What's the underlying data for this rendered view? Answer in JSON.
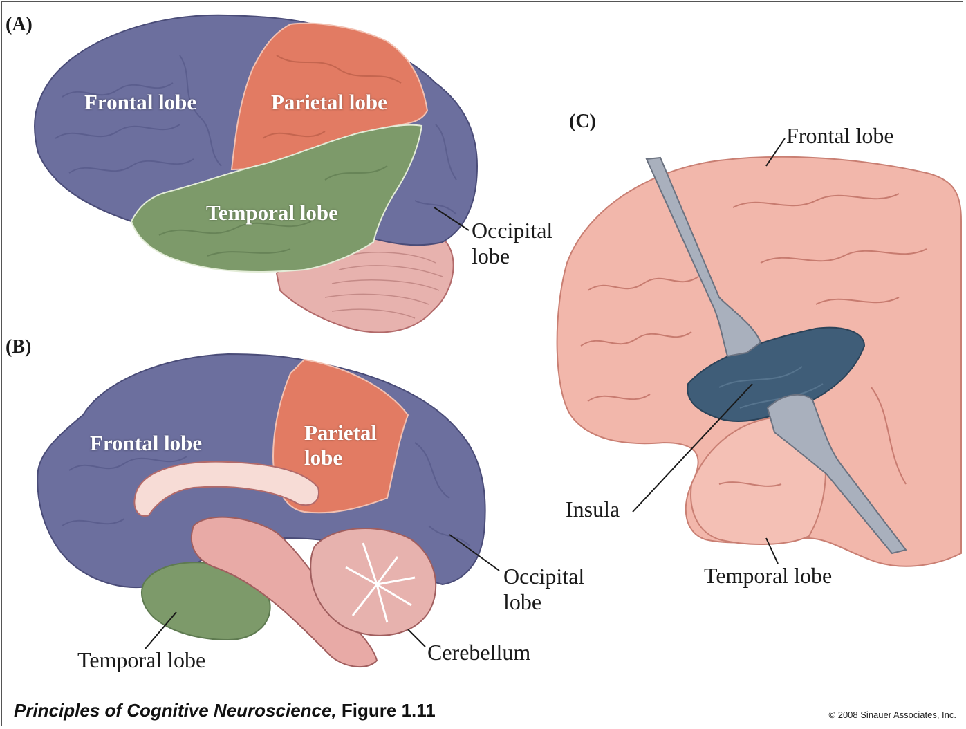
{
  "panels": {
    "a": {
      "label": "(A)",
      "frontal": "Frontal lobe",
      "parietal": "Parietal lobe",
      "temporal": "Temporal lobe",
      "occipital_line1": "Occipital",
      "occipital_line2": "lobe"
    },
    "b": {
      "label": "(B)",
      "frontal": "Frontal lobe",
      "parietal_line1": "Parietal",
      "parietal_line2": "lobe",
      "occipital_line1": "Occipital",
      "occipital_line2": "lobe",
      "temporal": "Temporal lobe",
      "cerebellum": "Cerebellum"
    },
    "c": {
      "label": "(C)",
      "frontal": "Frontal lobe",
      "insula": "Insula",
      "temporal": "Temporal lobe"
    }
  },
  "footer": {
    "title_italic": "Principles of Cognitive Neuroscience,",
    "title_rest": " Figure 1.11",
    "copyright": "© 2008 Sinauer Associates, Inc."
  },
  "colors": {
    "frontal": "#6c6f9e",
    "parietal": "#e27b63",
    "temporal": "#7d9a6a",
    "occipital": "#6e6c9a",
    "cerebellum": "#e7b2ae",
    "brain_pink": "#f2b7ab",
    "insula": "#3f5d78",
    "retractor": "#a9b0bd"
  }
}
